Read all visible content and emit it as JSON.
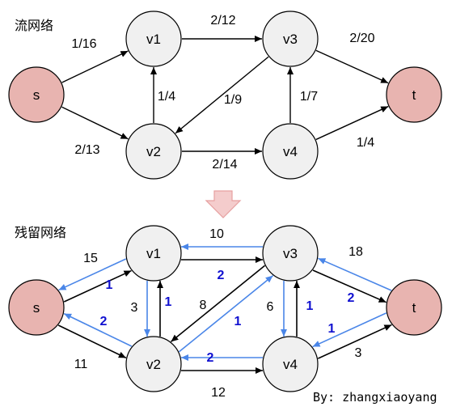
{
  "colors": {
    "node_fill": "#f0f0f0",
    "terminal_fill": "#e8b4b0",
    "node_stroke": "#000000",
    "forward_edge": "#000000",
    "backward_edge": "#4a86e8",
    "backward_label": "#1010d0",
    "arrow_accent": "#f4cccc",
    "arrow_accent_stroke": "#e6a0a0"
  },
  "flow_network": {
    "title": "流网络",
    "nodes": {
      "s": "s",
      "v1": "v1",
      "v2": "v2",
      "v3": "v3",
      "v4": "v4",
      "t": "t"
    },
    "edges": [
      {
        "from": "s",
        "to": "v1",
        "label": "1/16"
      },
      {
        "from": "s",
        "to": "v2",
        "label": "2/13"
      },
      {
        "from": "v1",
        "to": "v3",
        "label": "2/12"
      },
      {
        "from": "v2",
        "to": "v1",
        "label": "1/4"
      },
      {
        "from": "v3",
        "to": "v2",
        "label": "1/9"
      },
      {
        "from": "v2",
        "to": "v4",
        "label": "2/14"
      },
      {
        "from": "v4",
        "to": "v3",
        "label": "1/7"
      },
      {
        "from": "v3",
        "to": "t",
        "label": "2/20"
      },
      {
        "from": "v4",
        "to": "t",
        "label": "1/4"
      }
    ]
  },
  "transition_arrow": "down-arrow-icon",
  "residual_network": {
    "title": "残留网络",
    "nodes": {
      "s": "s",
      "v1": "v1",
      "v2": "v2",
      "v3": "v3",
      "v4": "v4",
      "t": "t"
    },
    "edges": [
      {
        "from": "s",
        "to": "v1",
        "label": "15",
        "kind": "forward"
      },
      {
        "from": "v1",
        "to": "s",
        "label": "1",
        "kind": "backward"
      },
      {
        "from": "s",
        "to": "v2",
        "label": "11",
        "kind": "forward"
      },
      {
        "from": "v2",
        "to": "s",
        "label": "2",
        "kind": "backward"
      },
      {
        "from": "v1",
        "to": "v3",
        "label": "10",
        "kind": "forward"
      },
      {
        "from": "v3",
        "to": "v1",
        "label": "2",
        "kind": "backward"
      },
      {
        "from": "v2",
        "to": "v1",
        "label": "3",
        "kind": "forward"
      },
      {
        "from": "v1",
        "to": "v2",
        "label": "1",
        "kind": "backward"
      },
      {
        "from": "v3",
        "to": "v2",
        "label": "8",
        "kind": "forward"
      },
      {
        "from": "v2",
        "to": "v3",
        "label": "1",
        "kind": "backward"
      },
      {
        "from": "v2",
        "to": "v4",
        "label": "12",
        "kind": "forward"
      },
      {
        "from": "v4",
        "to": "v2",
        "label": "2",
        "kind": "backward"
      },
      {
        "from": "v4",
        "to": "v3",
        "label": "6",
        "kind": "forward"
      },
      {
        "from": "v3",
        "to": "v4",
        "label": "1",
        "kind": "backward"
      },
      {
        "from": "v3",
        "to": "t",
        "label": "18",
        "kind": "forward"
      },
      {
        "from": "t",
        "to": "v3",
        "label": "2",
        "kind": "backward"
      },
      {
        "from": "v4",
        "to": "t",
        "label": "3",
        "kind": "forward"
      },
      {
        "from": "t",
        "to": "v4",
        "label": "1",
        "kind": "backward"
      }
    ]
  },
  "author": "By: zhangxiaoyang"
}
